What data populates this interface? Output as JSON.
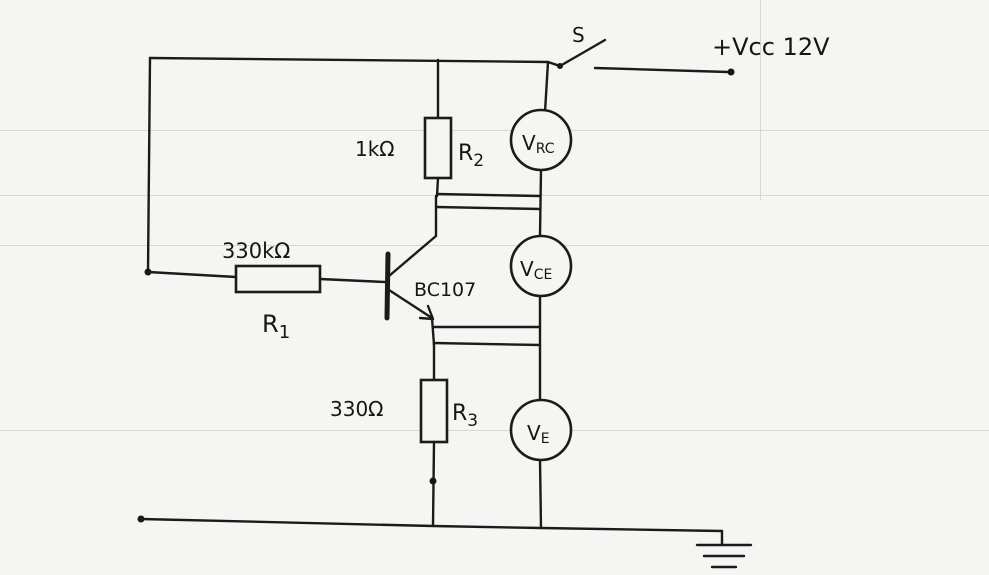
{
  "diagram": {
    "switch_label": "S",
    "supply_label": "+Vcc 12V",
    "r1": {
      "value": "330kΩ",
      "name_main": "R",
      "name_sub": "1"
    },
    "r2": {
      "value": "1kΩ",
      "name_main": "R",
      "name_sub": "2"
    },
    "r3": {
      "value": "330Ω",
      "name_main": "R",
      "name_sub": "3"
    },
    "transistor_label": "BC107",
    "meter_rc": {
      "main": "V",
      "sub": "RC"
    },
    "meter_ce": {
      "main": "V",
      "sub": "CE"
    },
    "meter_e": {
      "main": "V",
      "sub": "E"
    }
  },
  "colors": {
    "ink": "#1b1b1b",
    "paper": "#f5f5f3",
    "ghost": "#c9c9c6"
  }
}
